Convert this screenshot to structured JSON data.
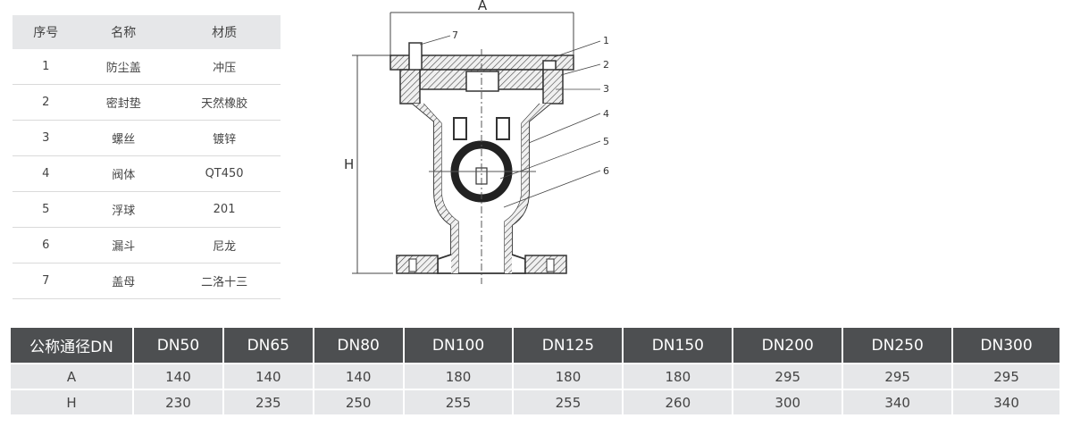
{
  "parts_table": {
    "headers": [
      "序号",
      "名称",
      "材质"
    ],
    "rows": [
      [
        "1",
        "防尘盖",
        "冲压"
      ],
      [
        "2",
        "密封垫",
        "天然橡胶"
      ],
      [
        "3",
        "螺丝",
        "镀锌"
      ],
      [
        "4",
        "阀体",
        "QT450"
      ],
      [
        "5",
        "浮球",
        "201"
      ],
      [
        "6",
        "漏斗",
        "尼龙"
      ],
      [
        "7",
        "盖母",
        "二洛十三"
      ]
    ]
  },
  "diagram": {
    "dim_a": "A",
    "dim_h": "H",
    "callouts": [
      "1",
      "2",
      "3",
      "4",
      "5",
      "6",
      "7"
    ]
  },
  "dimension_table": {
    "header_label": "公称通径DN",
    "columns": [
      "DN50",
      "DN65",
      "DN80",
      "DN100",
      "DN125",
      "DN150",
      "DN200",
      "DN250",
      "DN300"
    ],
    "rows": [
      {
        "label": "A",
        "values": [
          "140",
          "140",
          "140",
          "180",
          "180",
          "180",
          "295",
          "295",
          "295"
        ]
      },
      {
        "label": "H",
        "values": [
          "230",
          "235",
          "250",
          "255",
          "255",
          "260",
          "300",
          "340",
          "340"
        ]
      }
    ]
  }
}
